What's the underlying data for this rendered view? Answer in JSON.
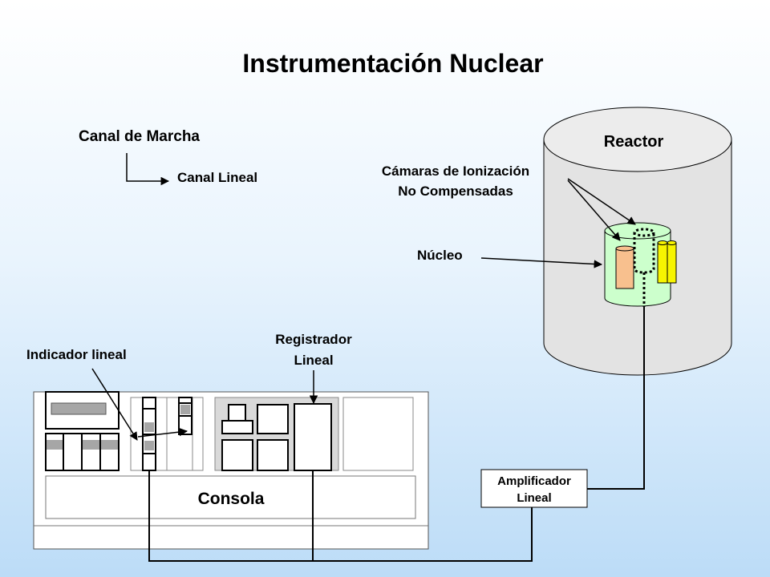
{
  "title": "Instrumentación Nuclear",
  "labels": {
    "canal_marcha": "Canal de Marcha",
    "canal_lineal": "Canal Lineal",
    "reactor": "Reactor",
    "camaras_line1": "Cámaras de Ionización",
    "camaras_line2": "No Compensadas",
    "nucleo": "Núcleo",
    "indicador": "Indicador lineal",
    "registrador_line1": "Registrador",
    "registrador_line2": "Lineal",
    "consola": "Consola",
    "amplificador_line1": "Amplificador",
    "amplificador_line2": "Lineal"
  },
  "colors": {
    "chamber_orange": "#f8c08e",
    "chamber_yellow": "#f7f400",
    "core_green": "#ccffcc",
    "reactor_fill": "#e3e3e3",
    "console_fill": "#ffffff"
  }
}
